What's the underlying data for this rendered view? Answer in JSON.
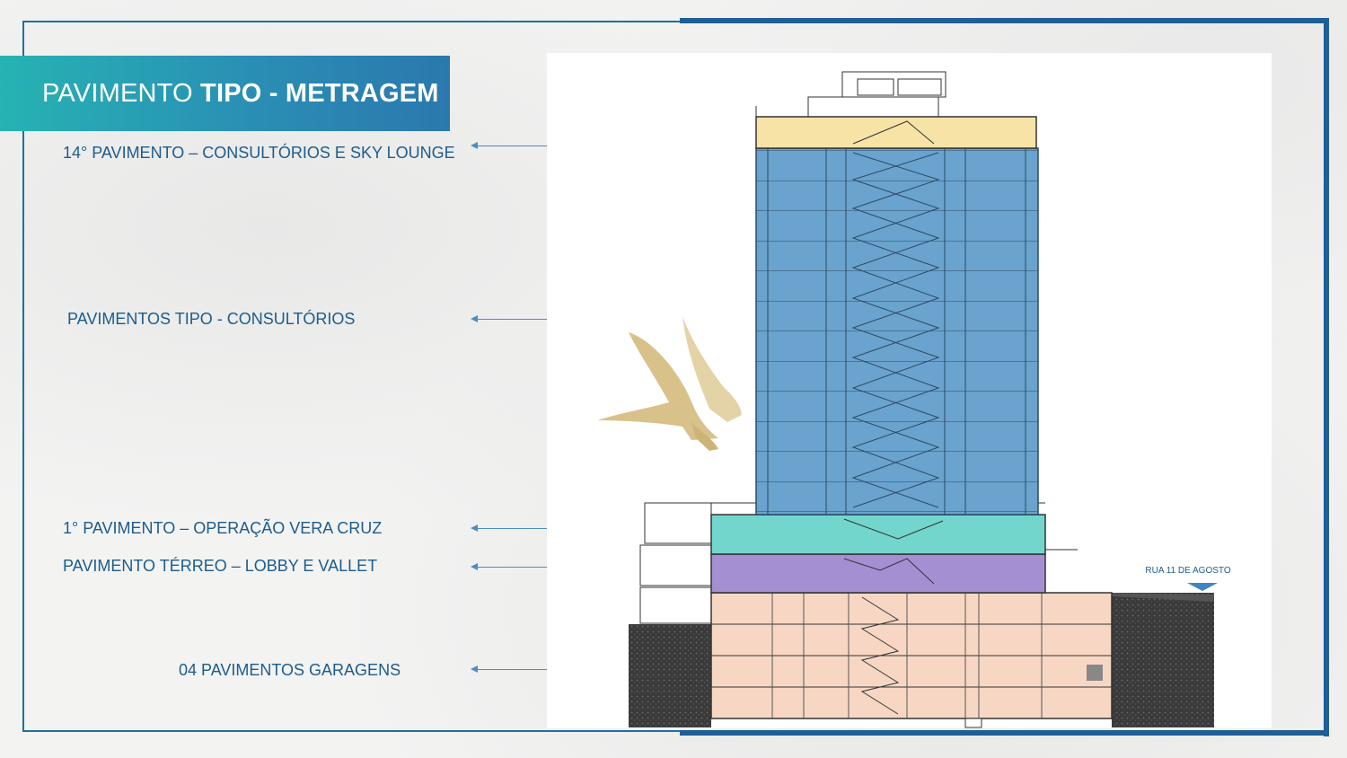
{
  "title": {
    "regular": "PAVIMENTO ",
    "bold": "TIPO - METRAGEM"
  },
  "labels": {
    "sky_lounge": "14° PAVIMENTO – CONSULTÓRIOS E SKY LOUNGE",
    "tipo": "PAVIMENTOS TIPO - CONSULTÓRIOS",
    "first_floor": "1° PAVIMENTO – OPERAÇÃO VERA CRUZ",
    "terreo": "PAVIMENTO TÉRREO – LOBBY E VALLET",
    "garagens": "04 PAVIMENTOS GARAGENS"
  },
  "street_label": "RUA 11 DE AGOSTO",
  "colors": {
    "sky_lounge": "#f7e3a6",
    "tipo": "#6aa3cd",
    "first_floor": "#72d6cc",
    "terreo": "#a58fd3",
    "garagens": "#f7d7c4",
    "accent": "#1f5f96",
    "label_text": "#1d5c8c"
  },
  "logo": "golden-eagle-logo"
}
